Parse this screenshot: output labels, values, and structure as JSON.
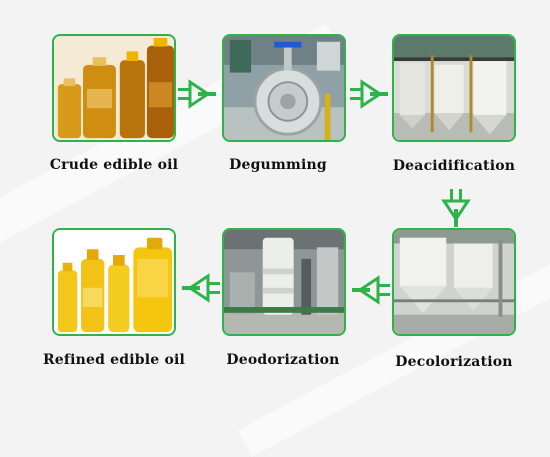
{
  "accent": "#2db34a",
  "steps": [
    {
      "label": "Crude edible oil"
    },
    {
      "label": "Degumming"
    },
    {
      "label": "Deacidification"
    },
    {
      "label": "Decolorization"
    },
    {
      "label": "Deodorization"
    },
    {
      "label": "Refined edible oil"
    }
  ]
}
